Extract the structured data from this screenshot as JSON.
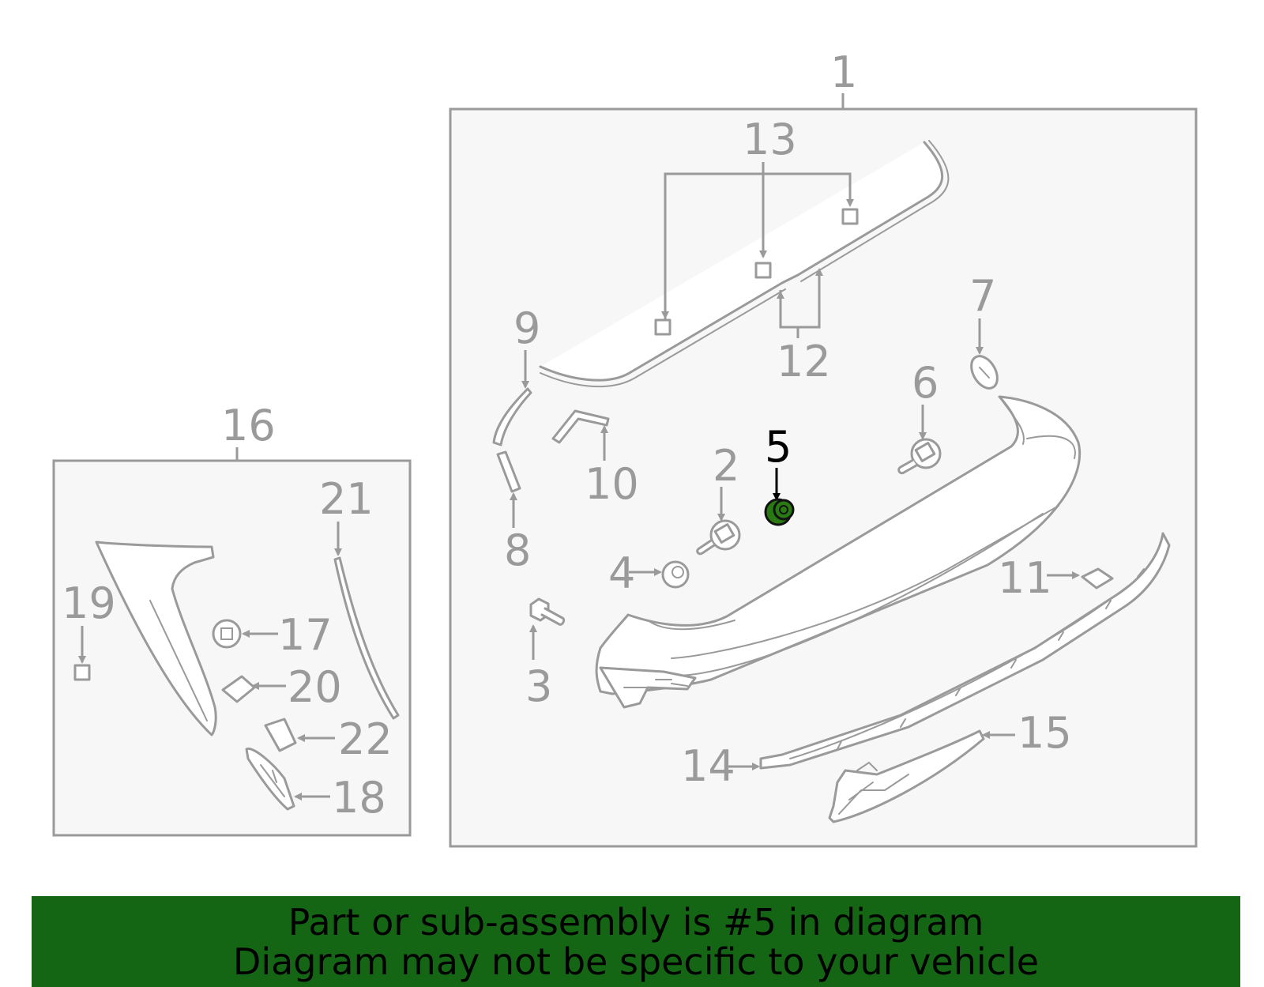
{
  "diagram": {
    "callouts": {
      "c1": "1",
      "c2": "2",
      "c3": "3",
      "c4": "4",
      "c5": "5",
      "c6": "6",
      "c7": "7",
      "c8": "8",
      "c9": "9",
      "c10": "10",
      "c11": "11",
      "c12": "12",
      "c13": "13",
      "c14": "14",
      "c15": "15",
      "c16": "16",
      "c17": "17",
      "c18": "18",
      "c19": "19",
      "c20": "20",
      "c21": "21",
      "c22": "22"
    },
    "highlighted_part": "5",
    "highlight_color": "#2a7a14"
  },
  "banner": {
    "line1": "Part or sub-assembly is #5 in diagram",
    "line2": "Diagram may not be specific to your vehicle",
    "background_color": "#146614"
  }
}
